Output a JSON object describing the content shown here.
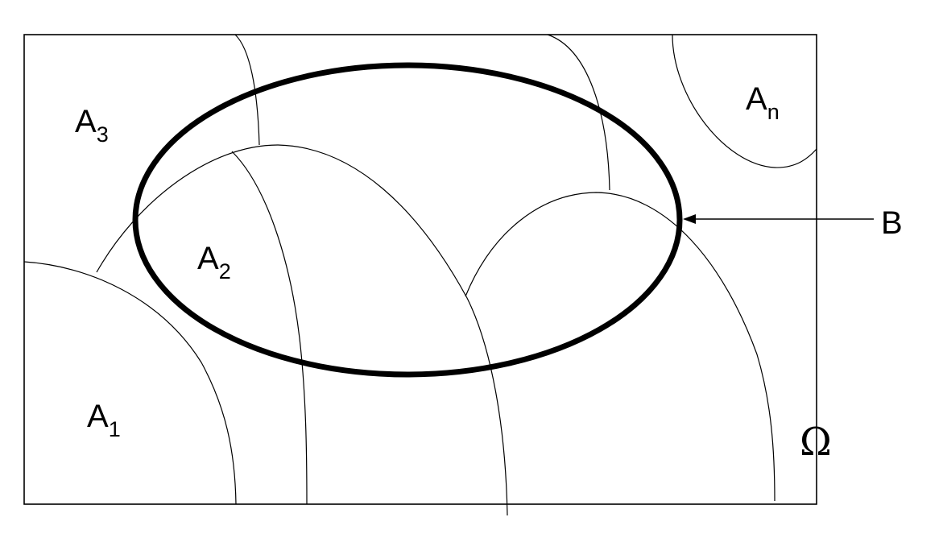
{
  "sample_space": {
    "symbol": "Ω"
  },
  "event_b": {
    "letter": "B"
  },
  "partitions": [
    {
      "letter": "A",
      "index": "1"
    },
    {
      "letter": "A",
      "index": "2"
    },
    {
      "letter": "A",
      "index": "3"
    },
    {
      "letter": "A",
      "index": "n"
    }
  ]
}
